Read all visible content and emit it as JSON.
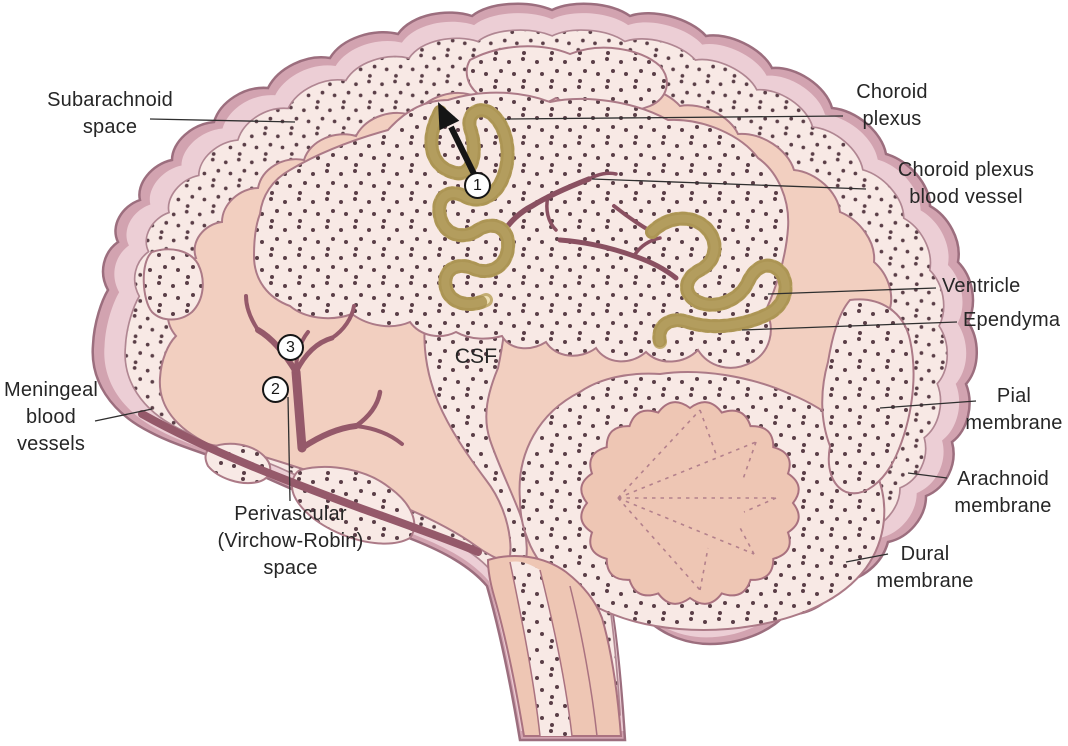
{
  "labels": {
    "subarachnoid_space": "Subarachnoid\nspace",
    "choroid_plexus": "Choroid\nplexus",
    "choroid_plexus_blood_vessel": "Choroid plexus\nblood vessel",
    "ventricle": "Ventricle",
    "ependyma": "Ependyma",
    "pial_membrane": "Pial\nmembrane",
    "arachnoid_membrane": "Arachnoid\nmembrane",
    "dural_membrane": "Dural\nmembrane",
    "meningeal_blood_vessels": "Meningeal\nblood\nvessels",
    "perivascular_space": "Perivascular\n(Virchow-Robin)\nspace",
    "csf": "CSF"
  },
  "flow_markers": {
    "step1": "1",
    "step2": "2",
    "step3": "3"
  },
  "colors": {
    "background": "#ffffff",
    "dura_outer": "#d2a3b0",
    "dura_inner": "#ecced5",
    "csf_space": "#f8e9e5",
    "csf_dots": "#5a3e47",
    "brain_tissue": "#f2cfc0",
    "deep_tissue": "#eec6b4",
    "choroid_plexus": "#c3ad72",
    "choroid_plexus_light": "#efe0b4",
    "blood_vessel": "#8a5061",
    "meningeal_vessel": "#95596a",
    "outline": "#9c6e7e",
    "leader_line": "#2f2f2f",
    "label_text": "#262626"
  }
}
